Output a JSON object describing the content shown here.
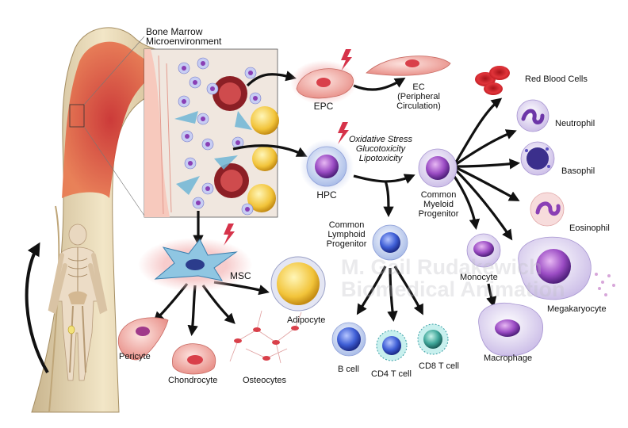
{
  "title": "Bone Marrow\nMicroenvironment",
  "labels": {
    "epc": "EPC",
    "ec": "EC\n(Peripheral\nCirculation)",
    "stress": "Oxidative Stress\nGlucotoxicity\nLipotoxicity",
    "hpc": "HPC",
    "cmp": "Common\nMyeloid\nProgenitor",
    "clp": "Common\nLymphoid\nProgenitor",
    "msc": "MSC",
    "adipocyte": "Adipocyte",
    "pericyte": "Pericyte",
    "chondrocyte": "Chondrocyte",
    "osteocytes": "Osteocytes",
    "b_cell": "B cell",
    "cd4": "CD4 T cell",
    "cd8": "CD8 T cell",
    "monocyte": "Monocyte",
    "macrophage": "Macrophage",
    "megakaryocyte": "Megakaryocyte",
    "rbc": "Red Blood Cells",
    "neutrophil": "Neutrophil",
    "basophil": "Basophil",
    "eosinophil": "Eosinophil"
  },
  "watermark": [
    "M. Gail Rudakewich",
    "Biomedical Animation"
  ],
  "colors": {
    "bone": "#eadbb8",
    "marrow": "#d9533c",
    "cell_pink": "#f3b3b0",
    "cell_purple": "#8a3fb5",
    "arrow": "#111111",
    "stress_bolt": "#d6334a"
  }
}
